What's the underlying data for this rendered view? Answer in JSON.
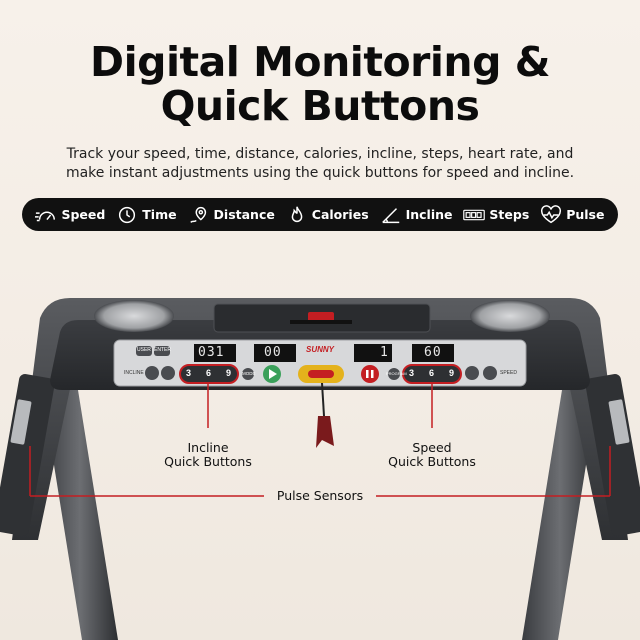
{
  "headline": {
    "line1": "Digital Monitoring &",
    "line2": "Quick Buttons"
  },
  "subheadline": {
    "line1": "Track your speed, time, distance, calories, incline, steps, heart rate, and",
    "line2": "make instant adjustments using the quick buttons for speed and incline."
  },
  "features": [
    {
      "label": "Speed",
      "icon": "speedometer-icon"
    },
    {
      "label": "Time",
      "icon": "clock-icon"
    },
    {
      "label": "Distance",
      "icon": "map-pin-icon"
    },
    {
      "label": "Calories",
      "icon": "flame-icon"
    },
    {
      "label": "Incline",
      "icon": "incline-icon"
    },
    {
      "label": "Steps",
      "icon": "step-counter-icon"
    },
    {
      "label": "Pulse",
      "icon": "heart-pulse-icon"
    }
  ],
  "console": {
    "brand": "SUNNY",
    "buttons": {
      "user": "USER",
      "enter": "ENTER",
      "mode": "MODE",
      "program": "PROGRAM",
      "incline": "INCLINE",
      "speed": "SPEED"
    },
    "displays": [
      "031",
      "00",
      "1",
      "60"
    ],
    "incline_quick": [
      "3",
      "6",
      "9"
    ],
    "speed_quick": [
      "3",
      "6",
      "9"
    ]
  },
  "callouts": {
    "incline": {
      "line1": "Incline",
      "line2": "Quick Buttons"
    },
    "speed": {
      "line1": "Speed",
      "line2": "Quick Buttons"
    },
    "pulse": "Pulse Sensors"
  },
  "colors": {
    "accent": "#c41e22",
    "bar": "#111111",
    "background": "#f5efe8"
  }
}
